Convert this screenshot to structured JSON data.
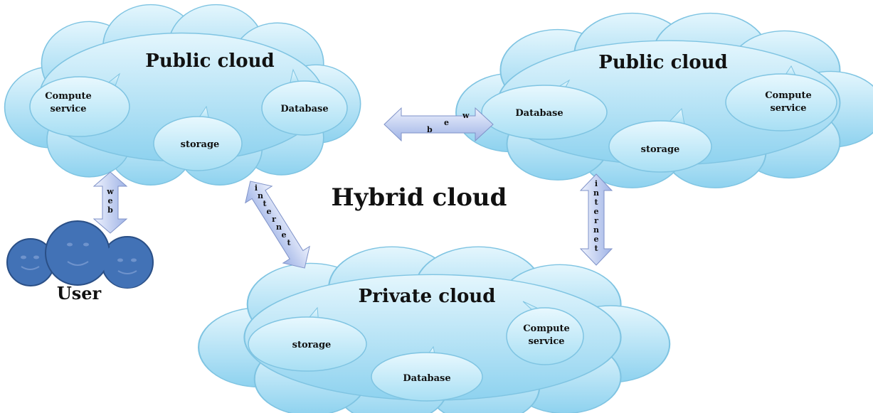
{
  "diagram": {
    "center_label": "Hybrid cloud",
    "clouds": {
      "public_left": {
        "title": "Public cloud",
        "bubbles": {
          "compute_line1": "Compute",
          "compute_line2": "service",
          "database": "Database",
          "storage": "storage"
        }
      },
      "public_right": {
        "title": "Public cloud",
        "bubbles": {
          "database": "Database",
          "compute_line1": "Compute",
          "compute_line2": "service",
          "storage": "storage"
        }
      },
      "private": {
        "title": "Private cloud",
        "bubbles": {
          "storage": "storage",
          "compute_line1": "Compute",
          "compute_line2": "service",
          "database": "Database"
        }
      }
    },
    "user_label": "User",
    "connections": {
      "user_to_public_left": "web",
      "public_left_to_public_right": "web",
      "public_left_to_private": "internet",
      "public_right_to_private": "internet"
    },
    "colors": {
      "cloud_fill_top": "#d6f0fb",
      "cloud_fill_bottom": "#8fd3f0",
      "cloud_stroke": "#6bb8da",
      "bubble_fill": "#c8ecfa",
      "arrow_fill": "#c9d6f4",
      "user_fill": "#3e6fb0"
    }
  }
}
